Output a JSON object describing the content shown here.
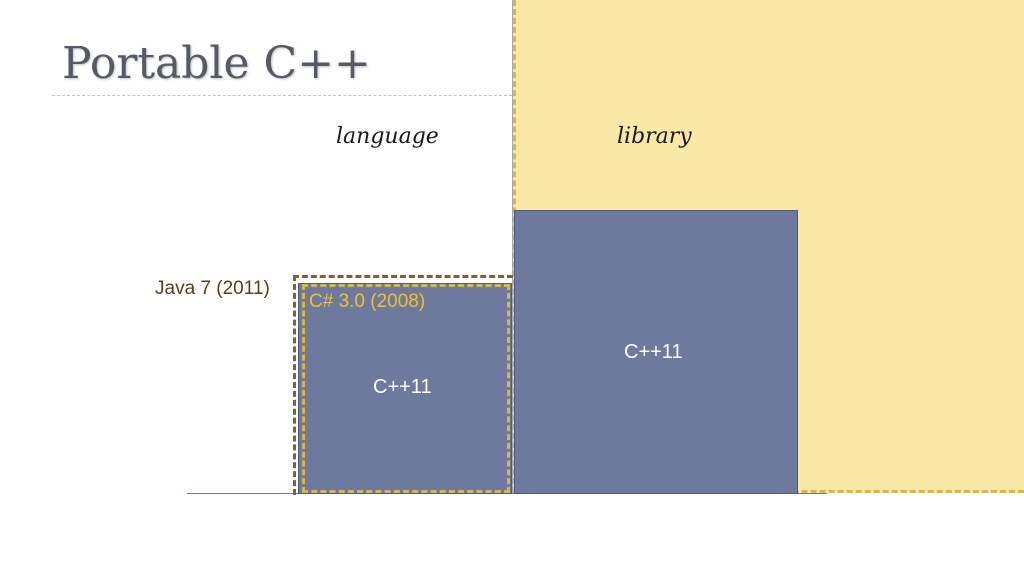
{
  "slide": {
    "title": "Portable C++",
    "columns": {
      "language": "language",
      "library": "library"
    },
    "annotations": {
      "java": "Java 7 (2011)",
      "csharp": "C# 3.0 (2008)"
    },
    "bars": {
      "language_bar_label": "C++11",
      "library_bar_label": "C++11"
    }
  },
  "colors": {
    "library_fill": "#fae8a8",
    "bar_fill": "#6e799e",
    "java_dashed": "#8a5a3c",
    "csharp_dashed": "#e0b830",
    "title_text": "#555a66"
  }
}
